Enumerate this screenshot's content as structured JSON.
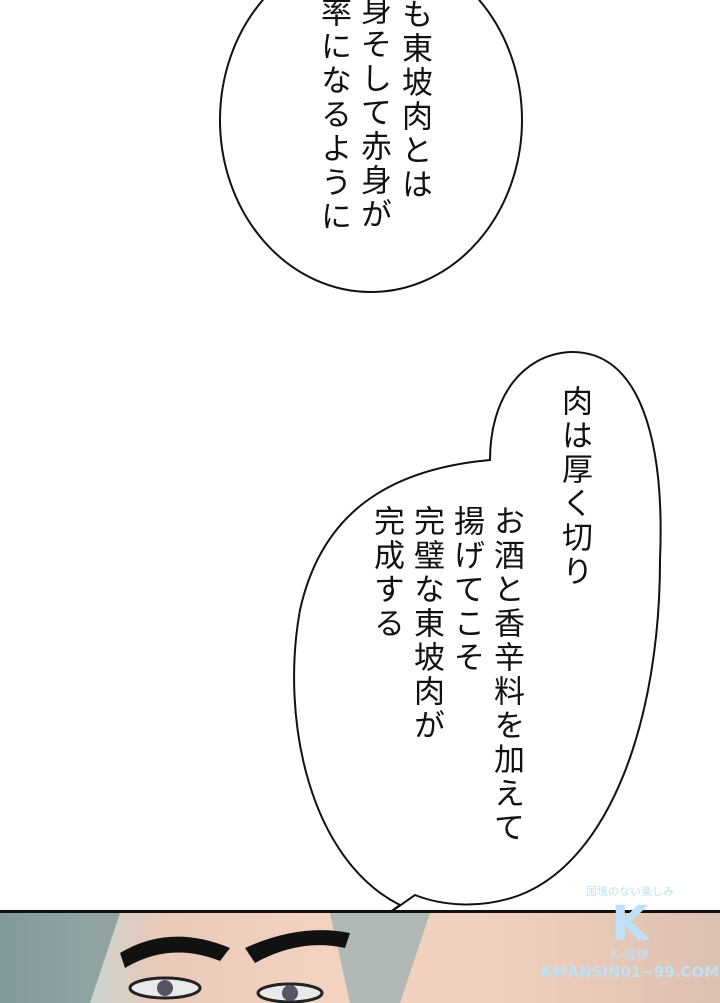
{
  "bubble_top": {
    "columns": [
      "も東坡肉とは",
      "身そして赤身が",
      "率になるように"
    ]
  },
  "bubble_main": {
    "columns": [
      "肉は厚く切り",
      "お酒と香辛料を加えて",
      "揚げてこそ",
      "完璧な東坡肉が",
      "完成する"
    ]
  },
  "watermark": {
    "tagline": "国境のない楽しみ",
    "logo_letter": "K",
    "brand": "K-漫神",
    "site": "KMANSIN01~99.COM",
    "color": "#bfe0f5"
  }
}
